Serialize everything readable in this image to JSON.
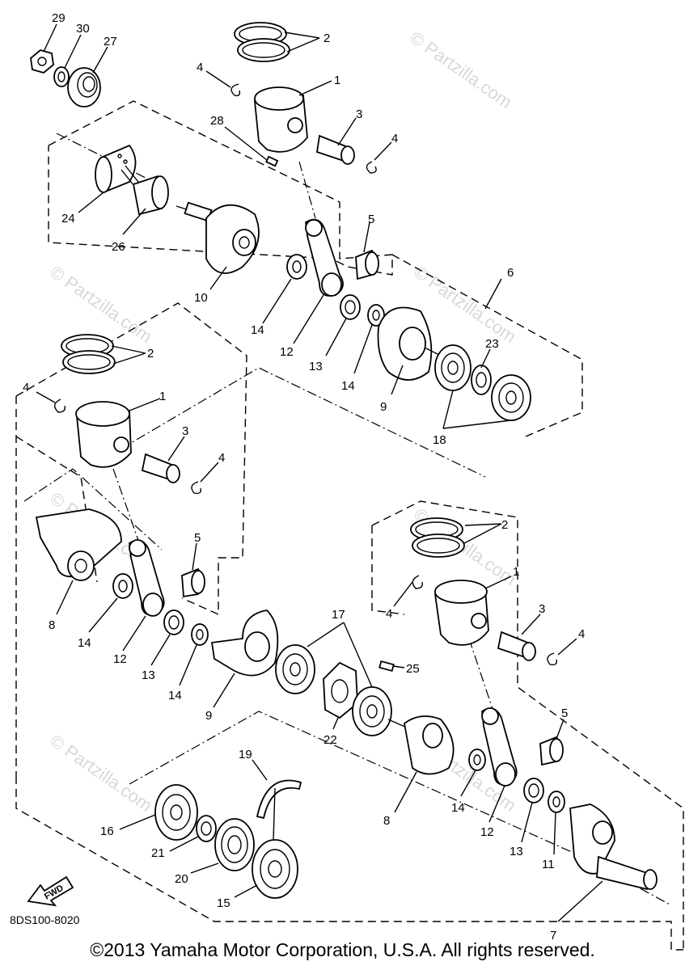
{
  "watermark": "© Partzilla.com",
  "diagram_code": "8DS100-8020",
  "fwd_label": "FWD",
  "copyright": "©2013  Yamaha Motor Corporation, U.S.A. All rights reserved.",
  "callouts": {
    "n1": "1",
    "n2": "2",
    "n3": "3",
    "n4": "4",
    "n5": "5",
    "n6": "6",
    "n7": "7",
    "n8": "8",
    "n9": "9",
    "n10": "10",
    "n11": "11",
    "n12": "12",
    "n13": "13",
    "n14": "14",
    "n15": "15",
    "n16": "16",
    "n17": "17",
    "n18": "18",
    "n19": "19",
    "n20": "20",
    "n21": "21",
    "n22": "22",
    "n23": "23",
    "n24": "24",
    "n25": "25",
    "n26": "26",
    "n27": "27",
    "n28": "28",
    "n29": "29",
    "n30": "30"
  }
}
